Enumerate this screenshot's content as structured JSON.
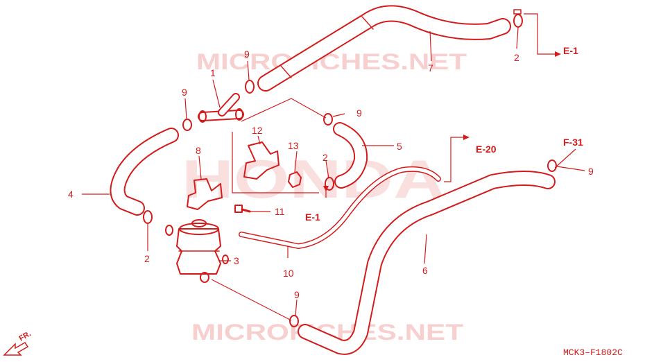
{
  "watermarks": {
    "site_top": "MICROFICHES.NET",
    "site_bottom": "MICROFICHES.NET",
    "brand": "HONDA"
  },
  "callouts": {
    "c1": "1",
    "c2a": "2",
    "c2b": "2",
    "c2c": "2",
    "c3": "3",
    "c4": "4",
    "c5": "5",
    "c6": "6",
    "c7": "7",
    "c8": "8",
    "c9a": "9",
    "c9b": "9",
    "c9c": "9",
    "c9d": "9",
    "c9e": "9",
    "c10": "10",
    "c11": "11",
    "c12": "12",
    "c13": "13"
  },
  "references": {
    "e1_top": "E-1",
    "e1_mid": "E-1",
    "e20": "E-20",
    "f31": "F-31"
  },
  "front_marker": "FR.",
  "diagram_code": "MCK3–F1802C",
  "colors": {
    "line": "#d31b1b",
    "watermark": "#f2a9a9"
  }
}
